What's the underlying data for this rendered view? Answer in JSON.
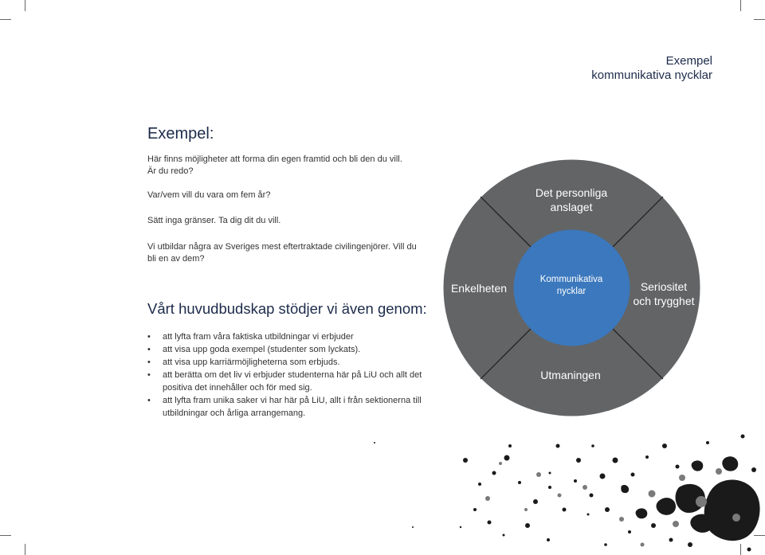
{
  "header": {
    "line1": "Exempel",
    "line2": "kommunikativa nycklar"
  },
  "intro": {
    "title": "Exempel:",
    "paragraph1_line1": "Här finns möjligheter att forma din egen framtid och bli den du vill.",
    "paragraph1_line2": "Är du redo?",
    "paragraph2": "Var/vem vill du vara om fem år?",
    "paragraph3": "Sätt inga gränser. Ta dig dit du vill.",
    "paragraph4": "Vi utbildar några av Sveriges mest eftertraktade civilingenjörer. Vill du bli en av dem?"
  },
  "message": {
    "title": "Vårt huvudbudskap stödjer vi även genom:",
    "bullets": [
      "att lyfta fram våra faktiska utbildningar vi erbjuder",
      "att visa upp goda exempel (studenter som lyckats).",
      "att visa upp karriärmöjligheterna som erbjuds.",
      "att berätta om det liv vi erbjuder studenterna här på LiU och allt det positiva det innehåller och för med sig.",
      "att lyfta fram unika saker vi har här på LiU, allt i från sektionerna till utbildningar och årliga arrangemang."
    ]
  },
  "diagram": {
    "top_line1": "Det personliga",
    "top_line2": "anslaget",
    "left": "Enkelheten",
    "right_line1": "Seriositet",
    "right_line2": "och trygghet",
    "bottom": "Utmaningen",
    "center_line1": "Kommunikativa",
    "center_line2": "nycklar",
    "colors": {
      "outer": "#636466",
      "center": "#3b78bd",
      "dividers": "#1e1e1e",
      "text": "#ffffff"
    }
  }
}
